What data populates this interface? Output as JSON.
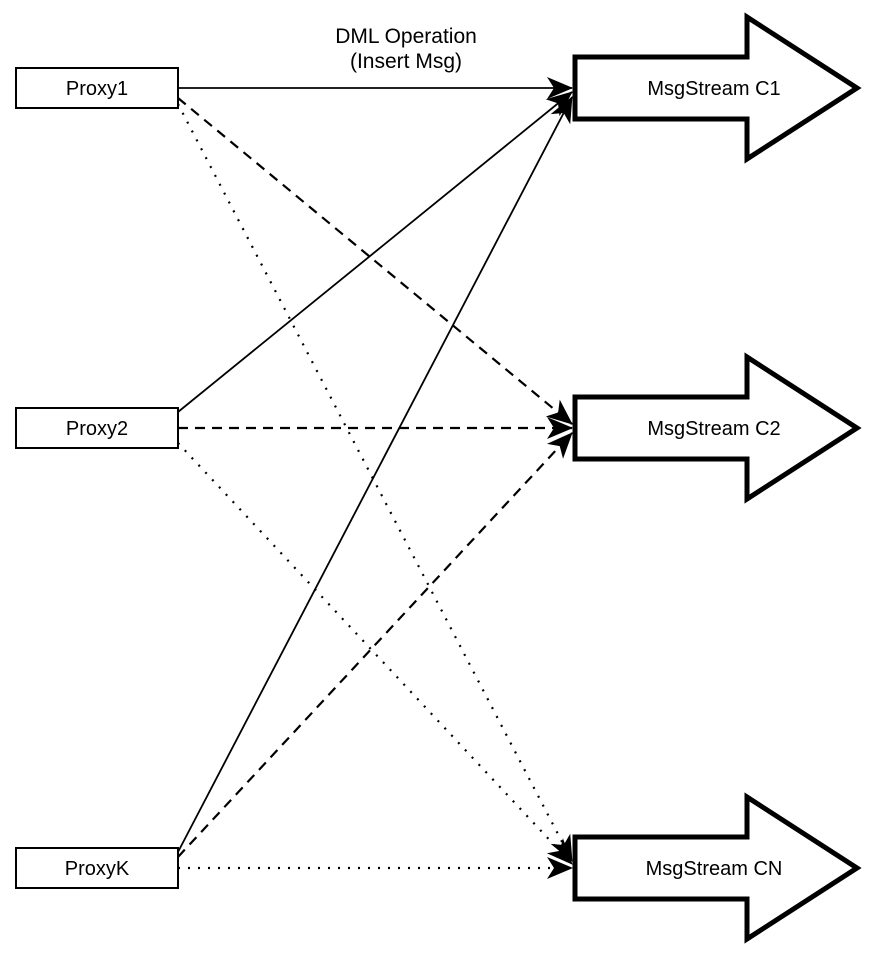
{
  "diagram": {
    "title": {
      "line1": "DML Operation",
      "line2": "(Insert Msg)"
    },
    "proxies": [
      {
        "id": "proxy1",
        "label": "Proxy1"
      },
      {
        "id": "proxy2",
        "label": "Proxy2"
      },
      {
        "id": "proxyk",
        "label": "ProxyK"
      }
    ],
    "streams": [
      {
        "id": "c1",
        "label": "MsgStream C1",
        "incoming_line_style": "solid"
      },
      {
        "id": "c2",
        "label": "MsgStream C2",
        "incoming_line_style": "dashed"
      },
      {
        "id": "cn",
        "label": "MsgStream CN",
        "incoming_line_style": "dotted"
      }
    ],
    "connections": [
      {
        "from": "Proxy1",
        "to": "MsgStream C1",
        "style": "solid"
      },
      {
        "from": "Proxy2",
        "to": "MsgStream C1",
        "style": "solid"
      },
      {
        "from": "ProxyK",
        "to": "MsgStream C1",
        "style": "solid"
      },
      {
        "from": "Proxy1",
        "to": "MsgStream C2",
        "style": "dashed"
      },
      {
        "from": "Proxy2",
        "to": "MsgStream C2",
        "style": "dashed"
      },
      {
        "from": "ProxyK",
        "to": "MsgStream C2",
        "style": "dashed"
      },
      {
        "from": "Proxy1",
        "to": "MsgStream CN",
        "style": "dotted"
      },
      {
        "from": "Proxy2",
        "to": "MsgStream CN",
        "style": "dotted"
      },
      {
        "from": "ProxyK",
        "to": "MsgStream CN",
        "style": "dotted"
      }
    ],
    "colors": {
      "stroke": "#000000",
      "fill": "#ffffff",
      "background": "#ffffff"
    }
  }
}
